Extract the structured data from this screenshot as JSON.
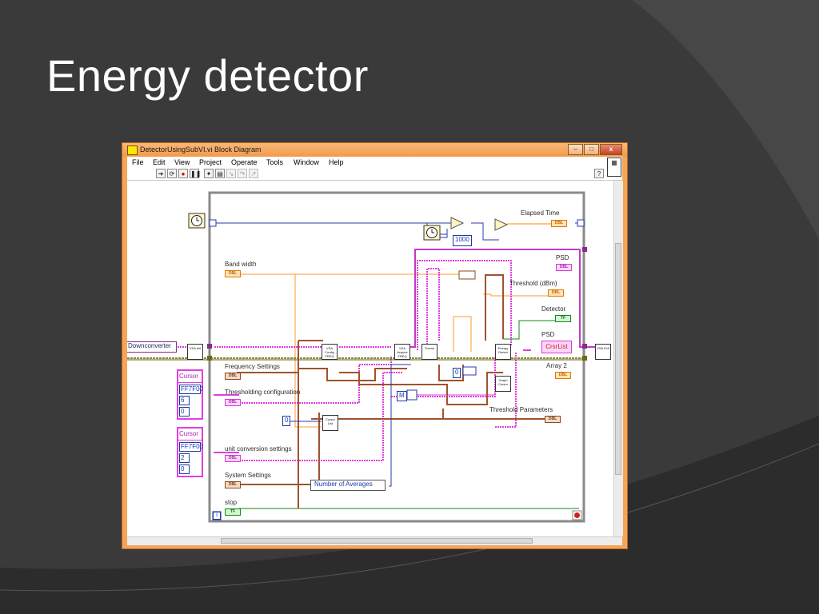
{
  "slide": {
    "title": "Energy detector"
  },
  "window": {
    "title": "DetectorUsingSubVI.vi Block Diagram",
    "controls": {
      "minimize": "–",
      "maximize": "□",
      "close": "x"
    }
  },
  "menu": [
    "File",
    "Edit",
    "View",
    "Project",
    "Operate",
    "Tools",
    "Window",
    "Help"
  ],
  "toolbar": {
    "icons": [
      "run-arrow-icon",
      "highlight-execution-icon",
      "abort-icon",
      "pause-icon",
      "bulb-icon",
      "retain-wire-icon",
      "step-into-icon",
      "step-over-icon",
      "step-out-icon"
    ],
    "help": "?"
  },
  "diagram": {
    "labels": {
      "elapsed_time": "Elapsed Time",
      "band_width": "Band width",
      "psd_top": "PSD",
      "threshold_dbm": "Threshold (dBm)",
      "detector": "Detector",
      "psd_mid": "PSD",
      "array2": "Array 2",
      "frequency_settings": "Frequency Settings",
      "thresholding_configuration": "Thresholding configuration",
      "threshold_parameters": "Threshold Parameters",
      "unit_conversion_settings": "unit conversion settings",
      "system_settings": "System Settings",
      "stop": "stop"
    },
    "terminals": {
      "dbl": "DBL",
      "tf": "TF",
      "csr_list": "CrsrList"
    },
    "constants": {
      "ms_1000": "1000",
      "zero_a": "0",
      "zero_b": "0",
      "m_label": "M",
      "number_of_averages": "Number of Averages",
      "loop_index": "i"
    },
    "downconverter": "Downconverter",
    "cursor_clusters": [
      {
        "header": "Cursor",
        "color": "FF7F00",
        "v1": "6",
        "v2": "0"
      },
      {
        "header": "Cursor",
        "color": "FF7F00",
        "v1": "2",
        "v2": "0"
      }
    ],
    "subvis": {
      "vsa_init": "VSA Init",
      "vsa_config": "VSA Config FREQ",
      "vsa_acquire": "VSA Acquire FREQ",
      "thresh": "Thresh",
      "energy_detect": "Energy Detect",
      "graph_cursor": "Graph Cursor",
      "cursor_list": "Cursor List",
      "vsa_exit": "VSA Exit"
    }
  }
}
